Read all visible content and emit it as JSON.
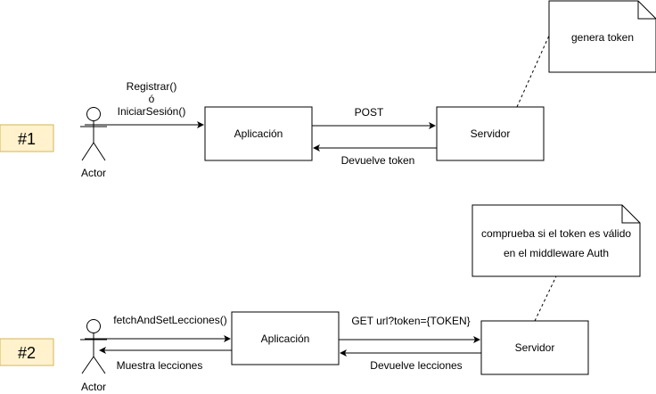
{
  "scenario1": {
    "tag": "#1",
    "actor_label": "Actor",
    "actor_message": [
      "Registrar()",
      "ó",
      "IniciarSesión()"
    ],
    "app_label": "Aplicación",
    "server_label": "Servidor",
    "request_label": "POST",
    "response_label": "Devuelve token",
    "note": [
      "genera token"
    ]
  },
  "scenario2": {
    "tag": "#2",
    "actor_label": "Actor",
    "actor_message": "fetchAndSetLecciones()",
    "actor_response": "Muestra lecciones",
    "app_label": "Aplicación",
    "server_label": "Servidor",
    "request_label": "GET url?token={TOKEN}",
    "response_label": "Devuelve lecciones",
    "note": [
      "comprueba si el token es válido",
      "en el middleware Auth"
    ]
  },
  "colors": {
    "tag_fill": "#fff2cc",
    "tag_stroke": "#d6b656",
    "stroke": "#000000"
  }
}
